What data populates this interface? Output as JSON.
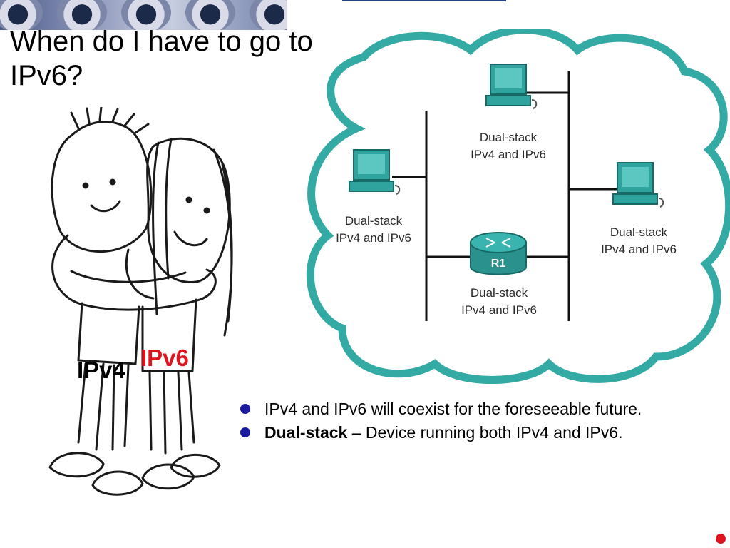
{
  "title": "When do I have to go to IPv6?",
  "figure": {
    "left_label": "IPv4",
    "right_label": "IPv6"
  },
  "diagram": {
    "devices": [
      {
        "type": "pc",
        "name": "pc-top",
        "line1": "Dual-stack",
        "line2": "IPv4 and IPv6"
      },
      {
        "type": "pc",
        "name": "pc-left",
        "line1": "Dual-stack",
        "line2": "IPv4 and IPv6"
      },
      {
        "type": "pc",
        "name": "pc-right",
        "line1": "Dual-stack",
        "line2": "IPv4 and IPv6"
      },
      {
        "type": "router",
        "name": "router-r1",
        "router_label": "R1",
        "line1": "Dual-stack",
        "line2": "IPv4 and IPv6"
      }
    ]
  },
  "bullets": [
    {
      "bold": "",
      "text": "IPv4 and IPv6 will coexist for the foreseeable future."
    },
    {
      "bold": "Dual-stack",
      "text": " – Device running both IPv4 and IPv6."
    }
  ],
  "colors": {
    "cloud": "#34aaa5",
    "device": "#2fa39e",
    "bullet_dot": "#1a1aa0",
    "ipv6_label": "#e0141e"
  },
  "icons": [
    "pc-icon",
    "router-icon",
    "cloud-outline",
    "hugging-figures-sketch"
  ]
}
